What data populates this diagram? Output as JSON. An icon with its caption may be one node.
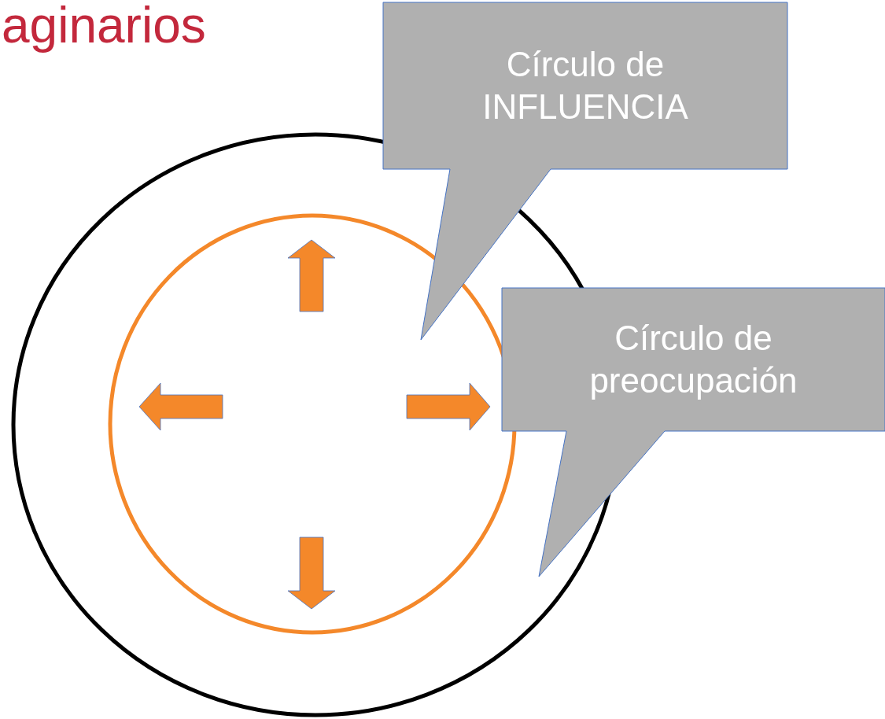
{
  "diagram": {
    "title": "aginarios",
    "nodes": [
      {
        "text": [
          "Círculo de INFLUENCIA"
        ]
      },
      {
        "text": [
          "Círculo de preocupación"
        ]
      }
    ]
  }
}
